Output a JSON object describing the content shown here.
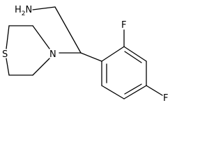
{
  "molecule": {
    "atoms": {
      "amine": {
        "element": "H",
        "count": "2",
        "element2": "N"
      },
      "nitrogen": "N",
      "sulfur": "S",
      "fluorine_top": "F",
      "fluorine_bottom": "F"
    },
    "colors": {
      "bond": "#000000",
      "label": "#000000",
      "background": "#ffffff"
    }
  }
}
